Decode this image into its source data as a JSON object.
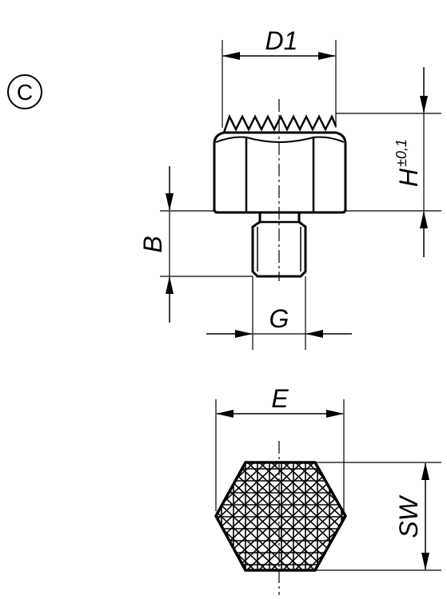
{
  "variant": {
    "letter": "C"
  },
  "dimensions": {
    "d1": "D1",
    "h": "H",
    "h_tolerance": "±0,1",
    "b": "B",
    "g": "G",
    "e": "E",
    "sw": "SW"
  },
  "colors": {
    "line": "#000000",
    "background": "#ffffff"
  }
}
